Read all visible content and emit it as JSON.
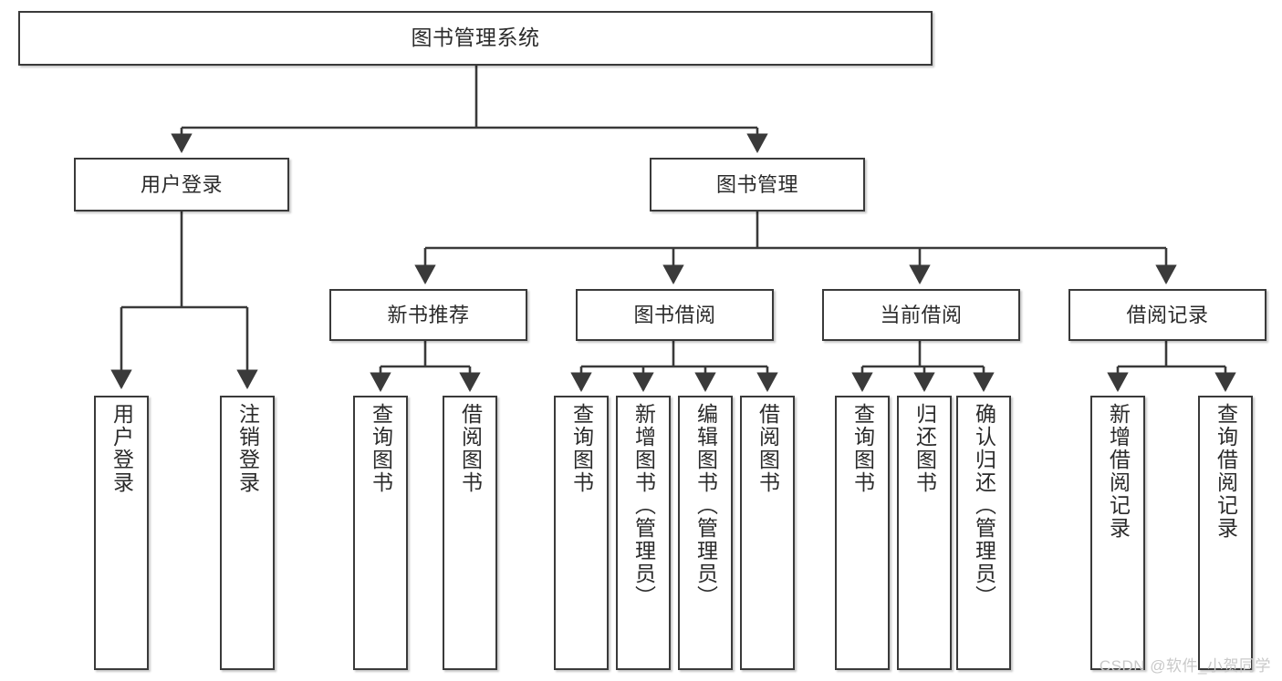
{
  "diagram": {
    "title": "图书管理系统",
    "type": "tree",
    "orientation": "top-down",
    "watermark": "CSDN @软件_小贺同学",
    "colors": {
      "background": "#ffffff",
      "box_border": "#3a3a3a",
      "box_fill": "#ffffff",
      "text": "#2b2b2b",
      "connector": "#3a3a3a",
      "watermark": "#c9c9c9"
    }
  },
  "nodes": {
    "root": {
      "label": "图书管理系统",
      "level": 0
    },
    "level1": [
      {
        "id": "user-login",
        "label": "用户登录",
        "level": 1
      },
      {
        "id": "book-manage",
        "label": "图书管理",
        "level": 1
      }
    ],
    "level2": [
      {
        "id": "new-book-recommend",
        "label": "新书推荐",
        "level": 2,
        "parent": "book-manage"
      },
      {
        "id": "book-borrow",
        "label": "图书借阅",
        "level": 2,
        "parent": "book-manage"
      },
      {
        "id": "current-borrow",
        "label": "当前借阅",
        "level": 2,
        "parent": "book-manage"
      },
      {
        "id": "borrow-record",
        "label": "借阅记录",
        "level": 2,
        "parent": "book-manage"
      }
    ],
    "leaves": [
      {
        "id": "leaf-user-login",
        "label": "用户登录",
        "parent": "user-login"
      },
      {
        "id": "leaf-user-logout",
        "label": "注销登录",
        "parent": "user-login"
      },
      {
        "id": "leaf-query-book-1",
        "label": "查询图书",
        "parent": "new-book-recommend"
      },
      {
        "id": "leaf-borrow-book-1",
        "label": "借阅图书",
        "parent": "new-book-recommend"
      },
      {
        "id": "leaf-query-book-2",
        "label": "查询图书",
        "parent": "book-borrow"
      },
      {
        "id": "leaf-add-book",
        "label": "新增图书（管理员）",
        "parent": "book-borrow"
      },
      {
        "id": "leaf-edit-book",
        "label": "编辑图书（管理员）",
        "parent": "book-borrow"
      },
      {
        "id": "leaf-borrow-book-2",
        "label": "借阅图书",
        "parent": "book-borrow"
      },
      {
        "id": "leaf-query-book-3",
        "label": "查询图书",
        "parent": "current-borrow"
      },
      {
        "id": "leaf-return-book",
        "label": "归还图书",
        "parent": "current-borrow"
      },
      {
        "id": "leaf-confirm-return",
        "label": "确认归还（管理员）",
        "parent": "current-borrow"
      },
      {
        "id": "leaf-add-record",
        "label": "新增借阅记录",
        "parent": "borrow-record"
      },
      {
        "id": "leaf-query-record",
        "label": "查询借阅记录",
        "parent": "borrow-record"
      }
    ]
  }
}
